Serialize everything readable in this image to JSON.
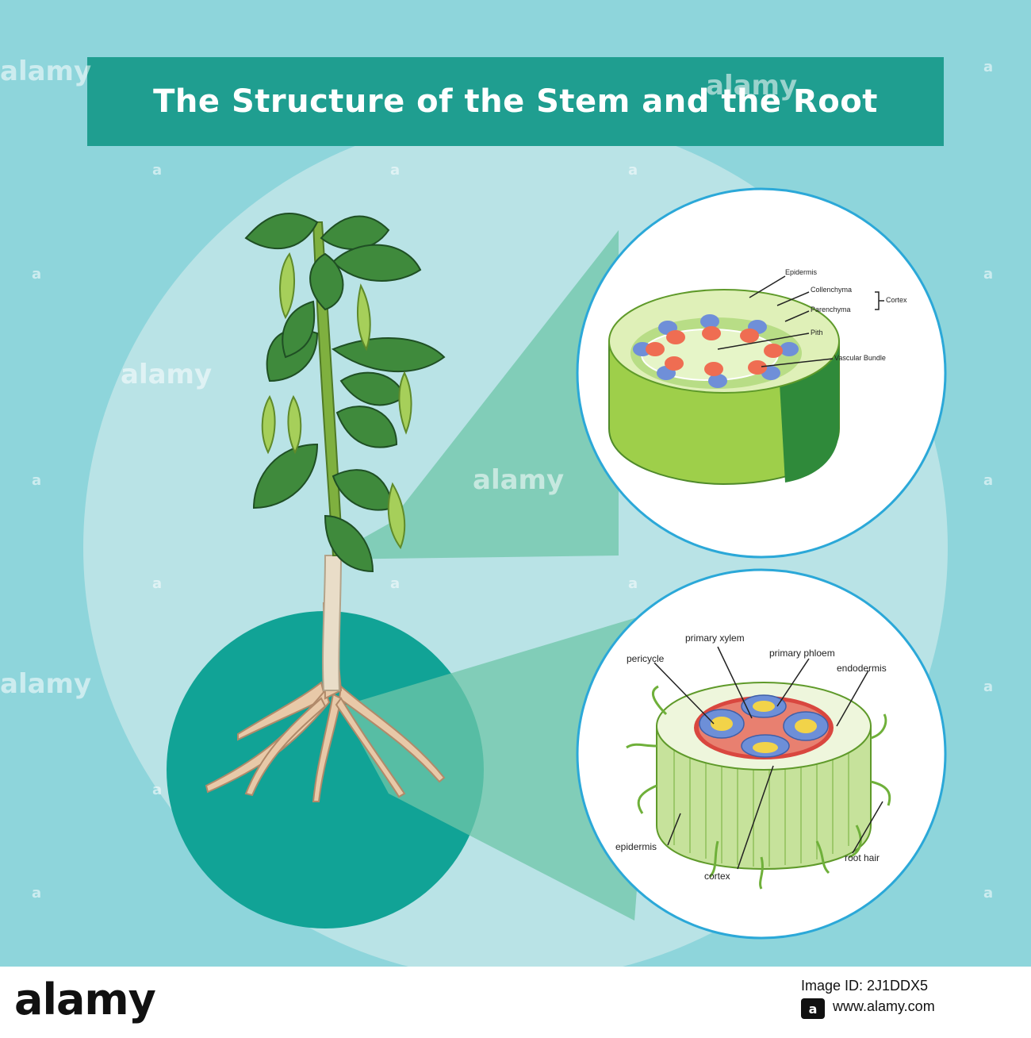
{
  "title": "The Structure of the Stem and the Root",
  "stem_labels": {
    "epidermis": "Epidermis",
    "collenchyma": "Collenchyma",
    "parenchyma": "Parenchyma",
    "cortex": "Cortex",
    "pith": "Pith",
    "vascular_bundle": "Vascular Bundle"
  },
  "root_labels": {
    "primary_xylem": "primary xylem",
    "pericycle": "pericycle",
    "primary_phloem": "primary phloem",
    "endodermis": "endodermis",
    "epidermis": "epidermis",
    "cortex": "cortex",
    "root_hair": "root hair"
  },
  "watermark": {
    "text": "alamy",
    "small_mark": "a"
  },
  "footer": {
    "logo": "alamy",
    "image_id": "Image ID: 2J1DDX5",
    "url": "www.alamy.com"
  },
  "colors": {
    "background": "#8ed5db",
    "banner": "#1f9e90",
    "zoom_circle": "#11a396",
    "leaf": "#2f7f3a",
    "stem_green": "#7fbf3a"
  }
}
